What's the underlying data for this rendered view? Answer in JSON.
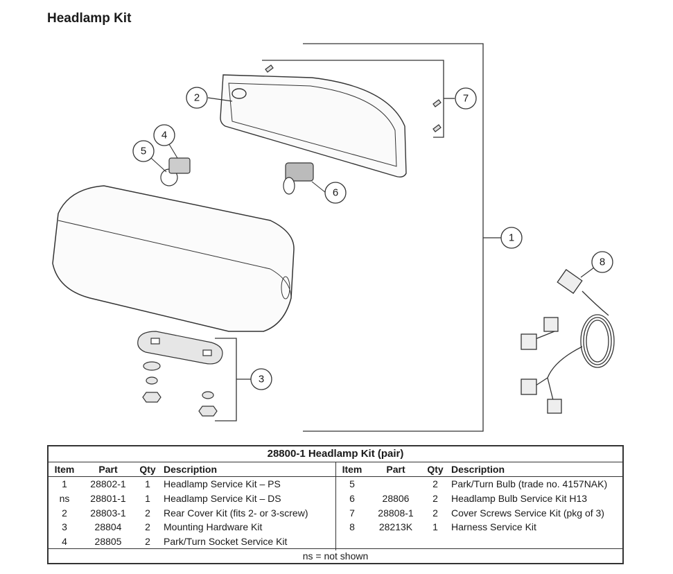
{
  "title": "Headlamp Kit",
  "callouts": [
    "1",
    "2",
    "3",
    "4",
    "5",
    "6",
    "7",
    "8"
  ],
  "table": {
    "title": "28800-1  Headlamp Kit (pair)",
    "headers": {
      "item": "Item",
      "part": "Part",
      "qty": "Qty",
      "description": "Description"
    },
    "left_rows": [
      {
        "item": "1",
        "part": "28802-1",
        "qty": "1",
        "description": "Headlamp Service Kit – PS"
      },
      {
        "item": "ns",
        "part": "28801-1",
        "qty": "1",
        "description": "Headlamp Service Kit – DS"
      },
      {
        "item": "2",
        "part": "28803-1",
        "qty": "2",
        "description": "Rear Cover Kit (fits 2- or 3-screw)"
      },
      {
        "item": "3",
        "part": "28804",
        "qty": "2",
        "description": "Mounting Hardware Kit"
      },
      {
        "item": "4",
        "part": "28805",
        "qty": "2",
        "description": "Park/Turn Socket Service Kit"
      }
    ],
    "right_rows": [
      {
        "item": "5",
        "part": "",
        "qty": "2",
        "description": "Park/Turn Bulb (trade no. 4157NAK)"
      },
      {
        "item": "6",
        "part": "28806",
        "qty": "2",
        "description": "Headlamp Bulb Service Kit H13"
      },
      {
        "item": "7",
        "part": "28808-1",
        "qty": "2",
        "description": "Cover Screws Service Kit (pkg of 3)"
      },
      {
        "item": "8",
        "part": "28213K",
        "qty": "1",
        "description": "Harness Service Kit"
      }
    ],
    "footer": "ns = not shown"
  }
}
